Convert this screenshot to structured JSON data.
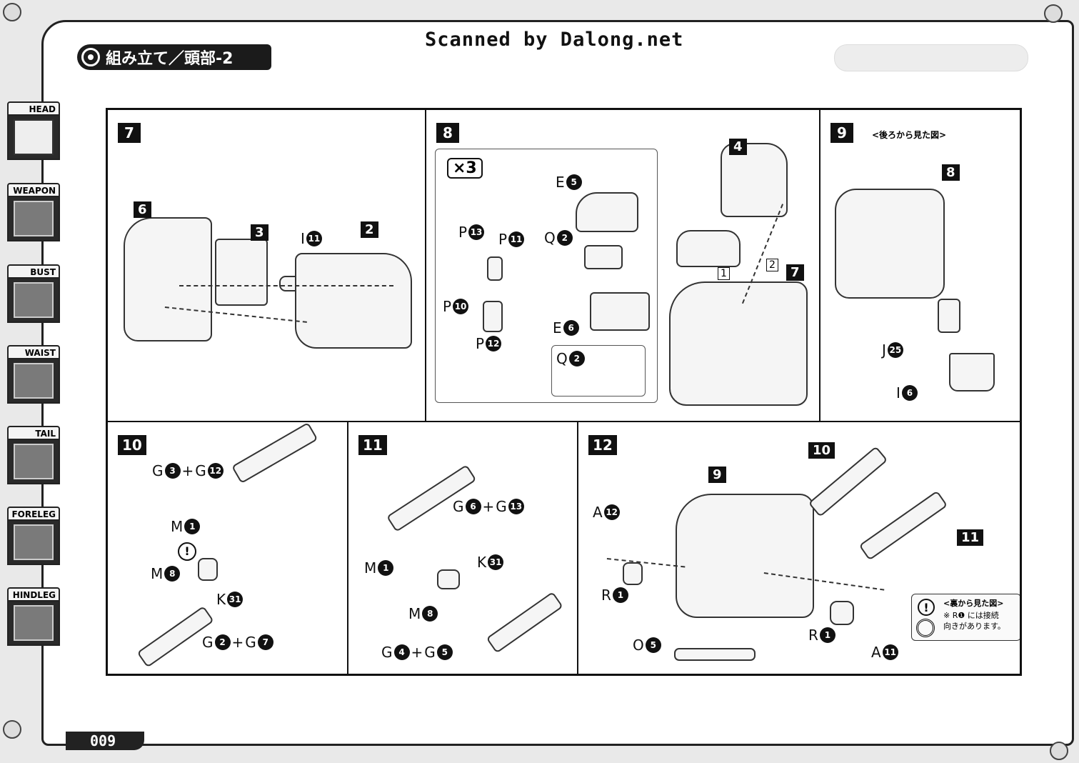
{
  "header": {
    "scan_credit": "Scanned by Dalong.net",
    "section_title": "組み立て／頭部-2"
  },
  "sidebar": {
    "items": [
      {
        "label": "HEAD"
      },
      {
        "label": "WEAPON"
      },
      {
        "label": "BUST"
      },
      {
        "label": "WAIST"
      },
      {
        "label": "TAIL"
      },
      {
        "label": "FORELEG"
      },
      {
        "label": "HINDLEG"
      }
    ]
  },
  "page_number": "009",
  "steps": {
    "s7": {
      "num": "7",
      "tags": {
        "t6": "6",
        "t3": "3",
        "t2": "2"
      },
      "parts": {
        "i11": {
          "letter": "I",
          "num": "11"
        }
      }
    },
    "s8": {
      "num": "8",
      "multiplier": "×3",
      "tags": {
        "t4": "4",
        "t7": "7"
      },
      "boxed": {
        "b1": "1",
        "b2": "2"
      },
      "parts": {
        "p13": {
          "letter": "P",
          "num": "13"
        },
        "p11": {
          "letter": "P",
          "num": "11"
        },
        "p10": {
          "letter": "P",
          "num": "10"
        },
        "p12": {
          "letter": "P",
          "num": "12"
        },
        "e5": {
          "letter": "E",
          "num": "5"
        },
        "q2": {
          "letter": "Q",
          "num": "2"
        },
        "e6": {
          "letter": "E",
          "num": "6"
        },
        "q2b": {
          "letter": "Q",
          "num": "2"
        }
      }
    },
    "s9": {
      "num": "9",
      "view_note": "<後ろから見た図>",
      "tags": {
        "t8": "8"
      },
      "parts": {
        "j25": {
          "letter": "J",
          "num": "25"
        },
        "i6": {
          "letter": "I",
          "num": "6"
        }
      }
    },
    "s10": {
      "num": "10",
      "warning": "!",
      "parts": {
        "g3": {
          "letter": "G",
          "num": "3"
        },
        "plus1": "+",
        "g12": {
          "letter": "G",
          "num": "12"
        },
        "m1": {
          "letter": "M",
          "num": "1"
        },
        "m8": {
          "letter": "M",
          "num": "8"
        },
        "k31": {
          "letter": "K",
          "num": "31"
        },
        "g2": {
          "letter": "G",
          "num": "2"
        },
        "plus2": "+",
        "g7": {
          "letter": "G",
          "num": "7"
        }
      }
    },
    "s11": {
      "num": "11",
      "parts": {
        "g6": {
          "letter": "G",
          "num": "6"
        },
        "plus1": "+",
        "g13": {
          "letter": "G",
          "num": "13"
        },
        "m1": {
          "letter": "M",
          "num": "1"
        },
        "k31": {
          "letter": "K",
          "num": "31"
        },
        "m8": {
          "letter": "M",
          "num": "8"
        },
        "g4": {
          "letter": "G",
          "num": "4"
        },
        "plus2": "+",
        "g5": {
          "letter": "G",
          "num": "5"
        }
      }
    },
    "s12": {
      "num": "12",
      "tags": {
        "t9": "9",
        "t10": "10",
        "t11": "11"
      },
      "parts": {
        "a12": {
          "letter": "A",
          "num": "12"
        },
        "r1a": {
          "letter": "R",
          "num": "1"
        },
        "r1b": {
          "letter": "R",
          "num": "1"
        },
        "o5": {
          "letter": "O",
          "num": "5"
        },
        "a11": {
          "letter": "A",
          "num": "11"
        }
      },
      "caution": {
        "icon": "!",
        "title": "<裏から見た図>",
        "line1": "※ R❶ には接続",
        "line2": "向きがあります。"
      }
    }
  }
}
